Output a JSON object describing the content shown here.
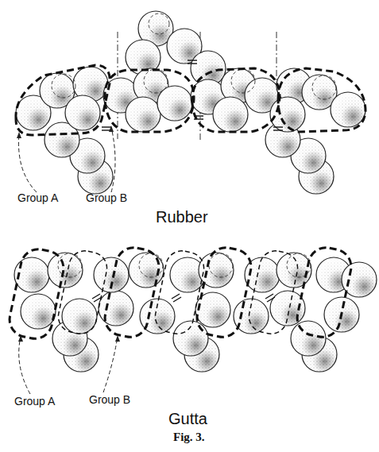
{
  "diagram": {
    "caption": "Fig. 3.",
    "labels": [
      "Group A",
      "Group B",
      "Rubber",
      "Group A",
      "Group B",
      "Gutta"
    ]
  }
}
